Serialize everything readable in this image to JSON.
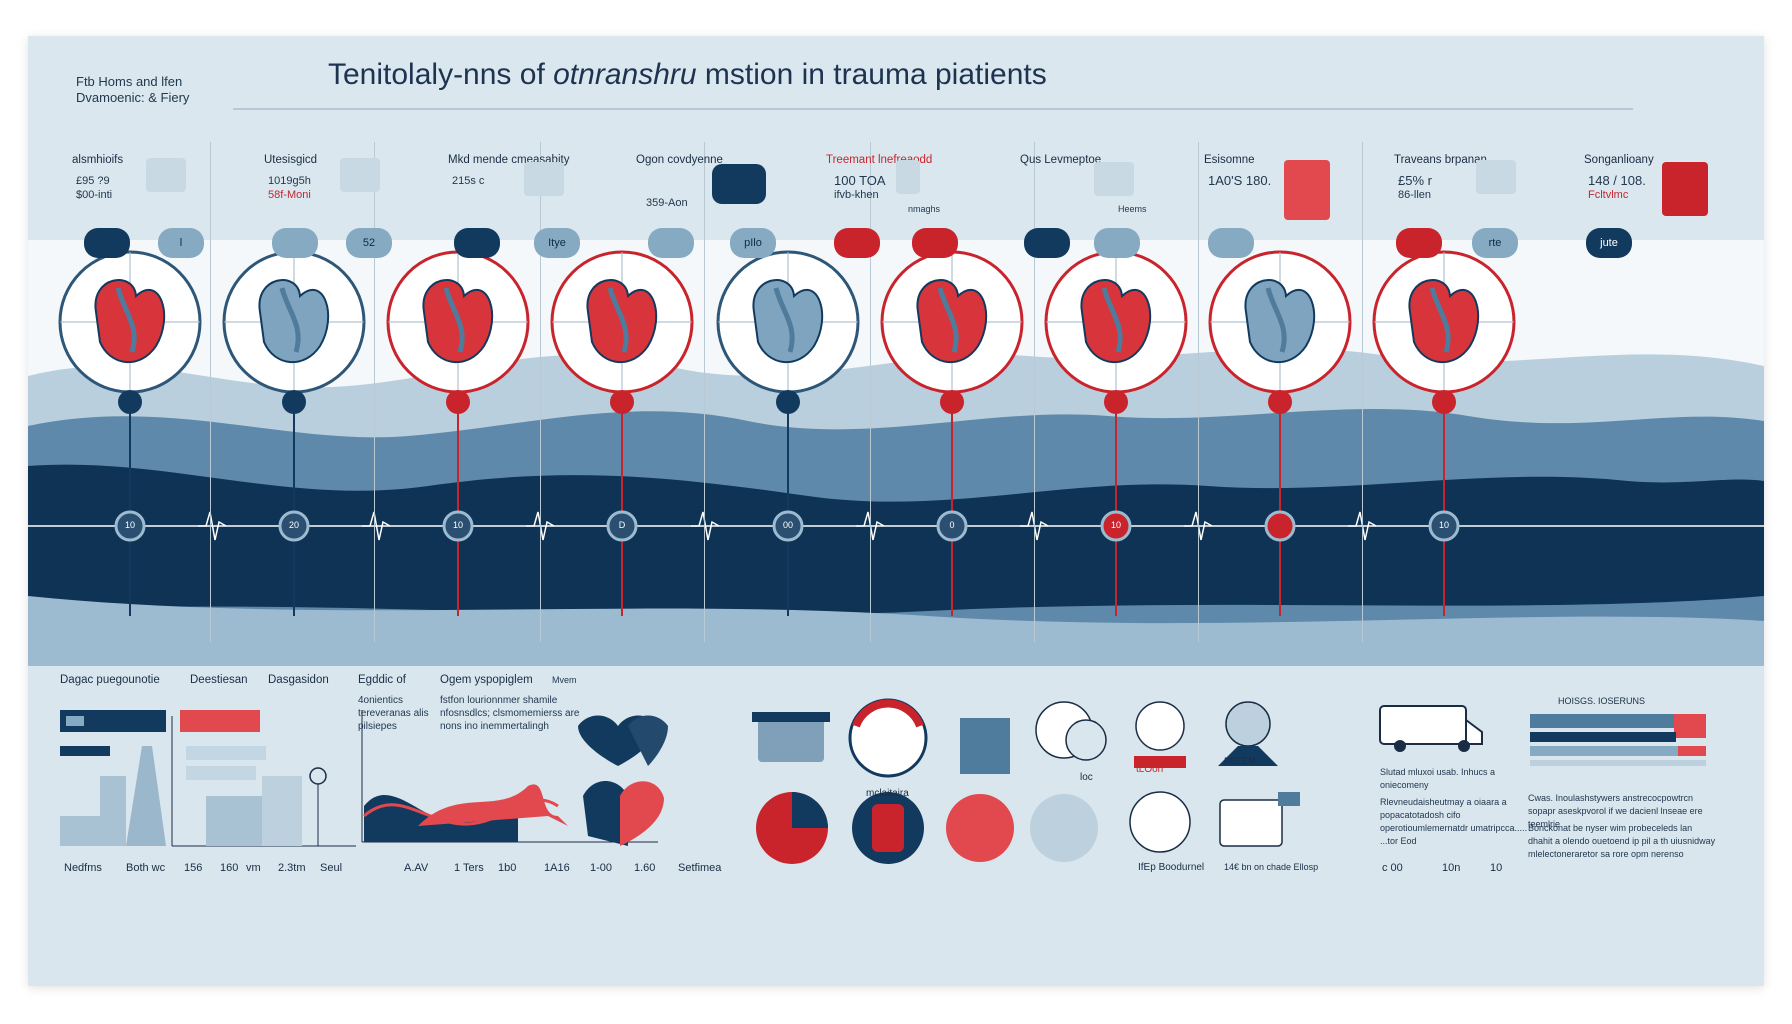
{
  "header": {
    "corner_line1": "Ftb Homs and lfen",
    "corner_line2": "Dvamoenic: & Fiery",
    "title_part1": "Tenitolaly-nns of ",
    "title_italic": "otnranshru",
    "title_part2": " mstion in trauma piatients"
  },
  "columns": [
    {
      "label": "alsmhioifs",
      "sub1": "£95 ?9",
      "sub2": "$00-inti",
      "pill1": "",
      "pill2": "l",
      "accent": "navy"
    },
    {
      "label": "Utesisgicd",
      "sub1": "1019g5h",
      "sub2": "58f-Moni",
      "pill1": "",
      "pill2": "52",
      "accent": "navy"
    },
    {
      "label": "Mkd mende cmeasabity",
      "sub1": "215s c",
      "sub2": "",
      "pill1": "",
      "pill2": "Itye",
      "accent": "red"
    },
    {
      "label": "Ogon covdyenne",
      "sub1": "359-Aon",
      "sub2": "",
      "pill1": "",
      "pill2": "pIlo",
      "accent": "red"
    },
    {
      "label": "Treemant lnefreaodd",
      "sub1": "100 TOA",
      "sub2": "ifvb-khen",
      "pill1": "",
      "pill2": "",
      "accent": "navy"
    },
    {
      "label": "Qus Levmeptoe",
      "sub1": "",
      "sub2": "",
      "pill1": "",
      "pill2": "",
      "accent": "red"
    },
    {
      "label": "Esisomne",
      "sub1": "1A0'S 180.",
      "sub2": "",
      "pill1": "",
      "pill2": "",
      "accent": "red"
    },
    {
      "label": "Traveans brpanan",
      "sub1": "£5% r",
      "sub2": "86-llen",
      "pill1": "",
      "pill2": "rte",
      "accent": "red"
    },
    {
      "label": "Songanlioany",
      "sub1": "148 / 108.",
      "sub2": "Fcltvlmc",
      "pill1": "jute",
      "pill2": "",
      "accent": "red"
    }
  ],
  "extra_labels": {
    "col3_note": "nmaghs",
    "col5_note": "Heems"
  },
  "timeline_nodes": [
    "10",
    "20",
    "10",
    "D",
    "00",
    "0",
    "10",
    "",
    "10"
  ],
  "bottom": {
    "sec1_title": "Dagac puegounotie",
    "sec2_title": "Deestiesan",
    "sec3_title": "Dasgasidon",
    "sec4_title": "Egddic of",
    "sec4_text": "4onientics tereveranas alis pilsiepes",
    "sec5_title": "Ogem yspopiglem",
    "sec5_note": "Mvem",
    "sec5_text": "fstfon lourionnmer shamile nfosnsdlcs; clsmomemierss are nons ino inemmertalingh",
    "bar_axis_labels": [
      "Nedfms",
      "Both wc",
      "156",
      "160",
      "vm",
      "2.3tm",
      "Seul"
    ],
    "line_axis_labels": [
      "A.AV",
      "1 Ters",
      "1b0",
      "1A16",
      "1-00",
      "1.60",
      "Setfimea"
    ],
    "icon_caption1": "mclaitaira",
    "icon_caption2": "PEEEM",
    "icon_caption3": "IfEp Boodurnel",
    "icon_caption4": "14€ bn on chade Ellosp",
    "icon_caption5": "tLOon",
    "icon_caption6": "loc",
    "van_text": "Slutad mluxoi usab. Inhucs a oniecomeny",
    "van_text2": "Rlevneudaisheutmay a oiaara a popacatotadosh cifo operotioumlemernatdr umatripcca..... ...tor Eod",
    "van_axis": [
      "c 00",
      "10n",
      "10"
    ],
    "right_title": "HOISGS. IOSERUNS",
    "right_text1": "Cwas. Inoulashstywers anstrecocpowtrcn sopapr aseskpvorol if we dacienl lnseae ere teemlrie",
    "right_text2": "Bonckonat be nyser wim probeceleds lan dhahit a olendo ouetoend ip pil a th uiusnidway mlelectoneraretor sa rore opm nerenso"
  },
  "colors": {
    "navy": "#123a5e",
    "mid_blue": "#4f7b9c",
    "light_blue": "#86aac2",
    "pale": "#dbe7ee",
    "red": "#c9232c"
  }
}
